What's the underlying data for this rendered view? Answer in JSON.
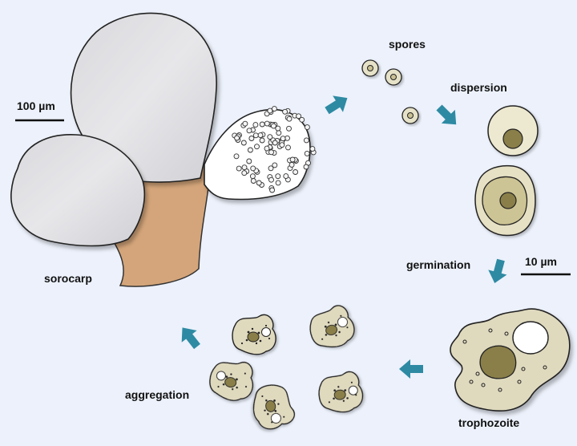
{
  "labels": {
    "scale_large": "100 µm",
    "scale_small": "10 µm",
    "spores": "spores",
    "dispersion": "dispersion",
    "germination": "germination",
    "trophozoite": "trophozoite",
    "aggregation": "aggregation",
    "sorocarp": "sorocarp"
  },
  "colors": {
    "background": "#ecf1fb",
    "arrow": "#2e8aa3",
    "stalk": "#d4a57a",
    "sorus": "#e4e4e8",
    "cell": "#dfd9be",
    "nucleus": "#8a7f4a",
    "outline": "#222222"
  }
}
